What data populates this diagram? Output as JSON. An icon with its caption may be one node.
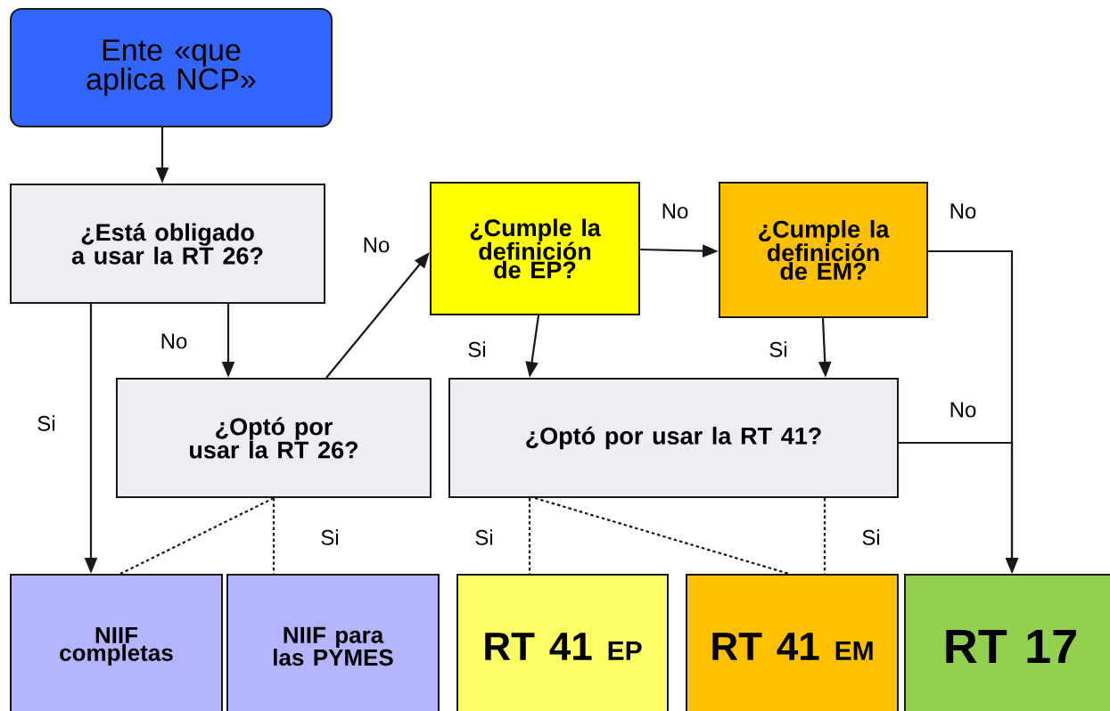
{
  "diagram": {
    "nodes": [
      {
        "text": [
          "Ente «que aplica NCP»"
        ]
      },
      {
        "text": [
          "¿Está obligado a usar la RT 26?"
        ]
      },
      {
        "text": [
          "¿Optó por usar la RT 26?"
        ]
      },
      {
        "text": [
          "¿Cumple la definición de EP?"
        ]
      },
      {
        "text": [
          "¿Cumple la definición de EM?"
        ]
      },
      {
        "text": [
          "¿Optó por usar la RT 41?"
        ]
      },
      {
        "text": [
          "NIIF completas"
        ]
      },
      {
        "text": [
          "NIIF para las PYMES"
        ]
      },
      {
        "text": [
          "RT 41",
          "EP"
        ]
      },
      {
        "text": [
          "RT 41",
          "EM"
        ]
      },
      {
        "text": [
          "RT 17"
        ]
      }
    ],
    "edges": [
      {
        "from": 0,
        "to": 1,
        "arrow": "to"
      },
      {
        "from": 1,
        "to": 6,
        "arrow": "to",
        "label": "Si"
      },
      {
        "from": 1,
        "to": 2,
        "arrow": "to",
        "label": "No"
      },
      {
        "from": 2,
        "to": 3,
        "arrow": "to",
        "label": "No"
      },
      {
        "from": 2,
        "to": 6,
        "arrow": "none",
        "style": "dashed"
      },
      {
        "from": 2,
        "to": 7,
        "arrow": "none",
        "style": "dashed",
        "label": "Si"
      },
      {
        "from": 3,
        "to": 4,
        "arrow": "to",
        "label": "No"
      },
      {
        "from": 3,
        "to": 5,
        "arrow": "to",
        "label": "Si"
      },
      {
        "from": 4,
        "to": 10,
        "arrow": "to",
        "label": "No"
      },
      {
        "from": 4,
        "to": 5,
        "arrow": "to",
        "label": "Si"
      },
      {
        "from": 5,
        "to": 10,
        "arrow": "to",
        "label": "No"
      },
      {
        "from": 5,
        "to": 8,
        "arrow": "none",
        "style": "dashed",
        "label": "Si"
      },
      {
        "from": 5,
        "to": 9,
        "arrow": "none",
        "style": "dashed"
      },
      {
        "from": 5,
        "to": 9,
        "arrow": "none",
        "style": "dashed",
        "label": "Si"
      }
    ]
  }
}
